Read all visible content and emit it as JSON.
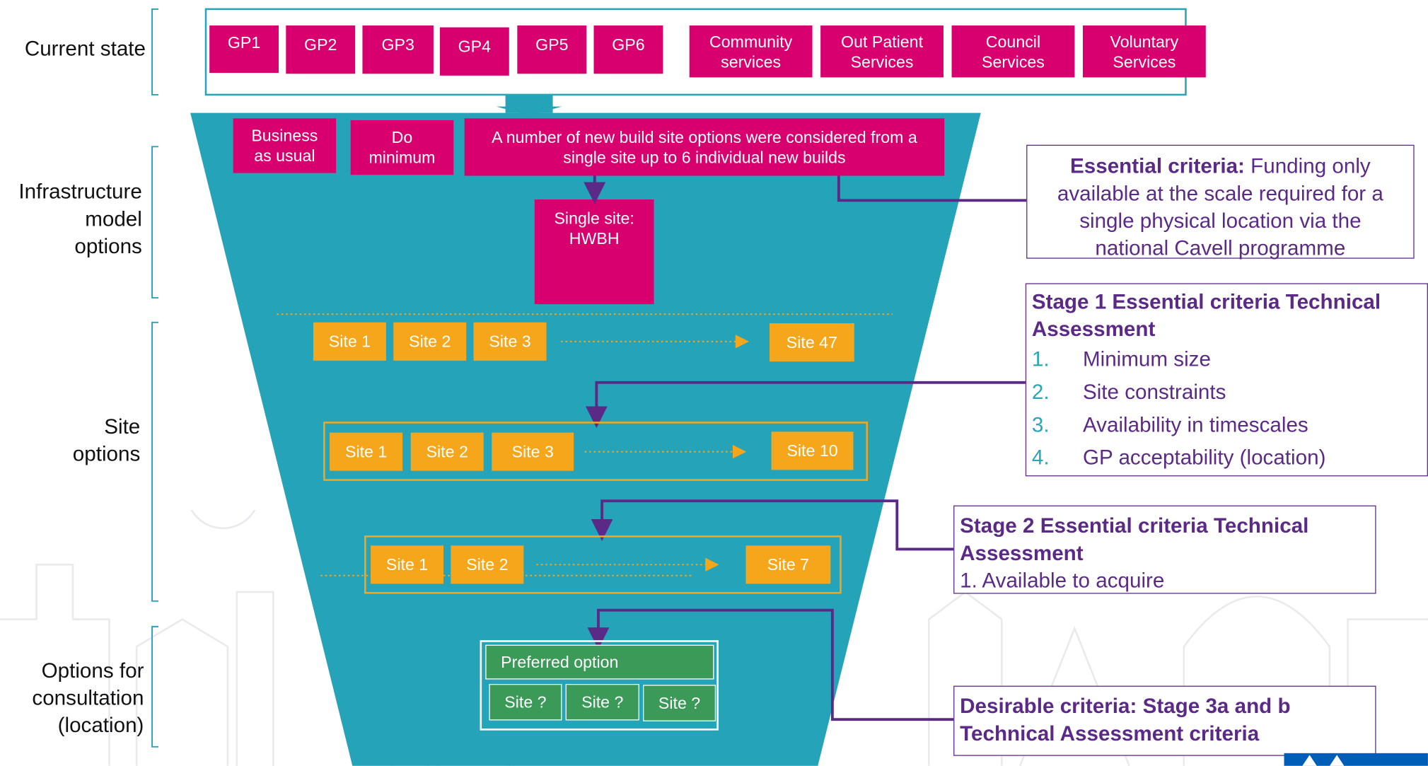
{
  "row_labels": {
    "current_state": "Current state",
    "infrastructure": [
      "Infrastructure",
      "model",
      "options"
    ],
    "site_options": [
      "Site",
      "options"
    ],
    "consultation": [
      "Options for",
      "consultation",
      "(location)"
    ]
  },
  "current_state_boxes": [
    "GP1",
    "GP2",
    "GP3",
    "GP4",
    "GP5",
    "GP6"
  ],
  "service_boxes": [
    [
      "Community",
      "services"
    ],
    [
      "Out Patient",
      "Services"
    ],
    [
      "Council",
      "Services"
    ],
    [
      "Voluntary",
      "Services"
    ]
  ],
  "model_options": {
    "business_as_usual": [
      "Business",
      "as usual"
    ],
    "do_minimum": [
      "Do",
      "minimum"
    ],
    "new_build": [
      "A number of new build site options were considered from a",
      "single site up to 6 individual new builds"
    ],
    "single_site": [
      "Single site:",
      "HWBH"
    ]
  },
  "site_rows": {
    "row1": [
      "Site 1",
      "Site 2",
      "Site 3",
      "Site 47"
    ],
    "row2": [
      "Site 1",
      "Site 2",
      "Site 3",
      "Site 10"
    ],
    "row3": [
      "Site 1",
      "Site 2",
      "Site 7"
    ]
  },
  "consultation": {
    "preferred": "Preferred option",
    "sites": [
      "Site ?",
      "Site ?",
      "Site ?"
    ]
  },
  "criteria": {
    "essential": {
      "title": "Essential criteria:",
      "lines": [
        "Funding only",
        "available at the scale required for a",
        "single physical location via the",
        "national Cavell programme"
      ]
    },
    "stage1": {
      "title": [
        "Stage 1 Essential criteria Technical",
        "Assessment"
      ],
      "items": [
        {
          "n": "1.",
          "text": "Minimum size"
        },
        {
          "n": "2.",
          "text": "Site constraints"
        },
        {
          "n": "3.",
          "text": "Availability in timescales"
        },
        {
          "n": "4.",
          "text": "GP acceptability (location)"
        }
      ]
    },
    "stage2": {
      "title": [
        "Stage 2 Essential criteria Technical",
        "Assessment"
      ],
      "item": "1. Available to acquire"
    },
    "desirable": {
      "title": [
        "Desirable criteria: Stage 3a and b",
        "Technical Assessment criteria"
      ]
    }
  },
  "colors": {
    "funnel": "#25a3b8",
    "magenta": "#d8006f",
    "orange": "#f5a61b",
    "green": "#3b9a57",
    "purple": "#5b2a86",
    "teal_border": "#2aa5b8"
  }
}
